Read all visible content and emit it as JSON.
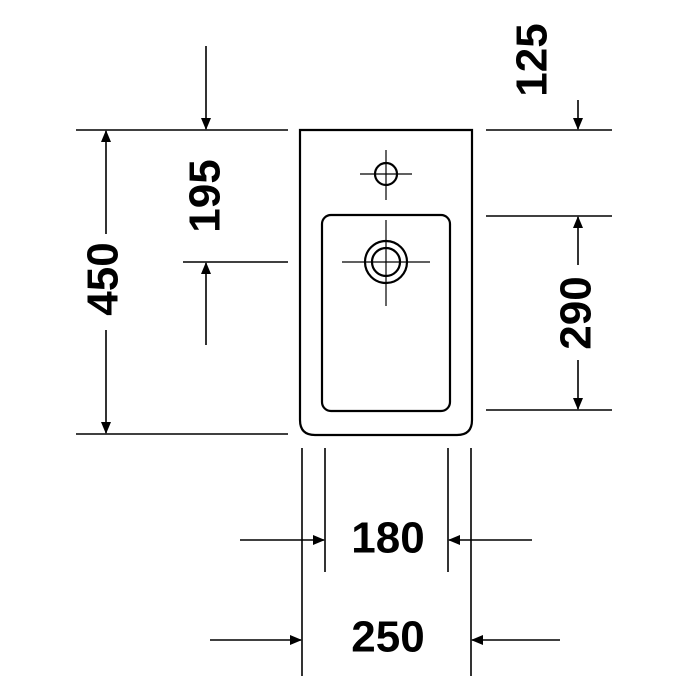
{
  "drawing": {
    "line_color": "#000000",
    "background": "#ffffff"
  },
  "dimensions": {
    "total_depth": "450",
    "front_to_tap_hole_offset": "195",
    "back_to_tap_hole_offset": "125",
    "bowl_depth": "290",
    "bowl_width": "180",
    "total_width": "250"
  }
}
